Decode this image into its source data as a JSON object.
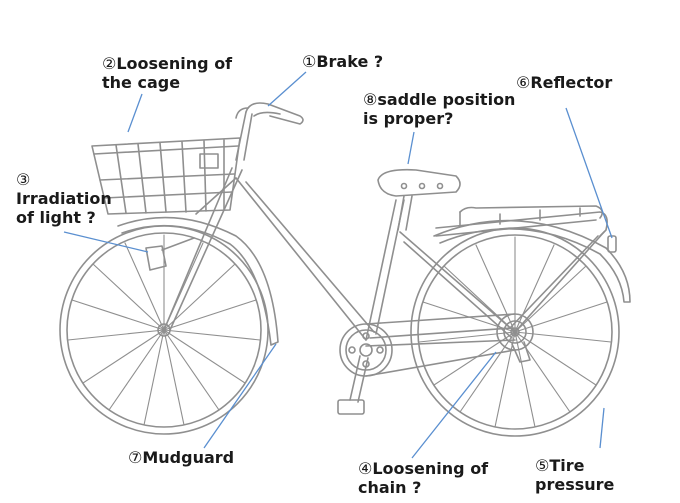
{
  "labels": {
    "brake": {
      "num": "①",
      "line1": "Brake ?"
    },
    "cage": {
      "num": "②",
      "line1": "Loosening of",
      "line2": "the cage"
    },
    "light": {
      "num": "③",
      "line1": "Irradiation",
      "line2": "of light ?"
    },
    "chain": {
      "num": "④",
      "line1": "Loosening of",
      "line2": "chain ?"
    },
    "tire": {
      "num": "⑤",
      "line1": "Tire",
      "line2": "pressure"
    },
    "reflector": {
      "num": "⑥",
      "line1": "Reflector"
    },
    "mudguard": {
      "num": "⑦",
      "line1": "Mudguard"
    },
    "saddle": {
      "num": "⑧",
      "line1": "saddle position",
      "line2": "is proper?"
    }
  },
  "colors": {
    "bike_line": "#8f8f8f",
    "leader_line": "#5a8fd0",
    "text": "#1a1a1a"
  }
}
